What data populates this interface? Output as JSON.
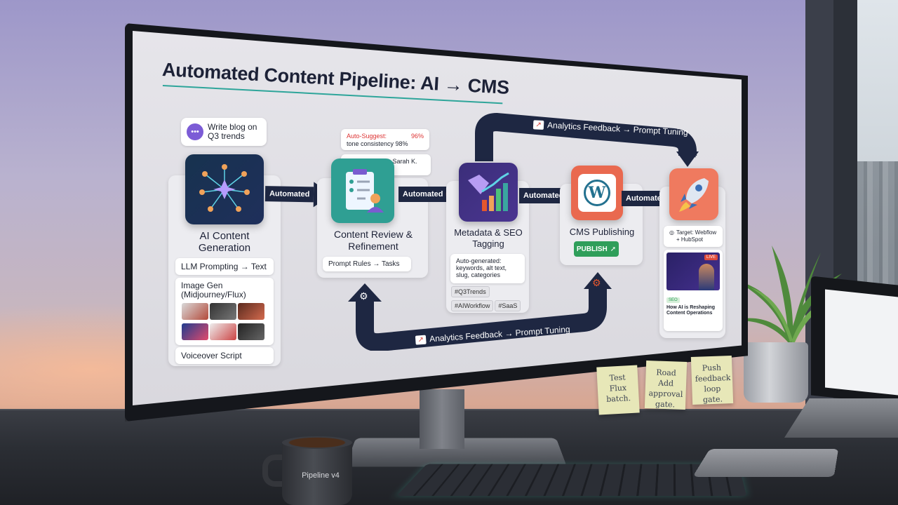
{
  "screen": {
    "title": "Automated Content Pipeline: AI → CMS",
    "prompt_bubble": "Write blog on Q3 trends",
    "stages": [
      {
        "label": "AI Content Generation",
        "items": [
          "LLM Prompting → Text",
          "Image Gen (Midjourney/Flux)",
          "Voiceover Script"
        ]
      },
      {
        "label": "Content Review & Refinement",
        "chip": "Prompt Rules → Tasks",
        "notice_flag": "Auto-Suggest:",
        "notice_pct": "96%",
        "notice_line": "tone consistency 98%",
        "approval": "Editor approval: Sarah K. (2m ago)"
      },
      {
        "label": "Metadata & SEO Tagging",
        "auto_text": "Auto-generated: keywords, alt text, slug, categories",
        "tags": [
          "#Q3Trends",
          "#AIWorkflow",
          "#SaaS"
        ]
      },
      {
        "label": "CMS Publishing",
        "button": "PUBLISH"
      },
      {
        "target": "Target: Webflow + HubSpot",
        "preview_badge": "LIVE",
        "preview_title": "How AI is Reshaping Content Operations",
        "preview_meta": "SEO"
      }
    ],
    "connectors": [
      "Automated",
      "Automated",
      "Automated",
      "Automated"
    ],
    "loop_top": "Analytics Feedback → Prompt Tuning",
    "loop_bottom": "Analytics Feedback → Prompt Tuning"
  },
  "sticky_notes": [
    "Test Flux batch.",
    "Road Add approval gate.",
    "Push feedback loop gate."
  ],
  "mug_text": "Pipeline v4",
  "colors": {
    "accent_teal": "#2ea59a",
    "arrow_navy": "#1e2742",
    "publish_green": "#2f9e5a",
    "gear_orange": "#e4572e"
  }
}
